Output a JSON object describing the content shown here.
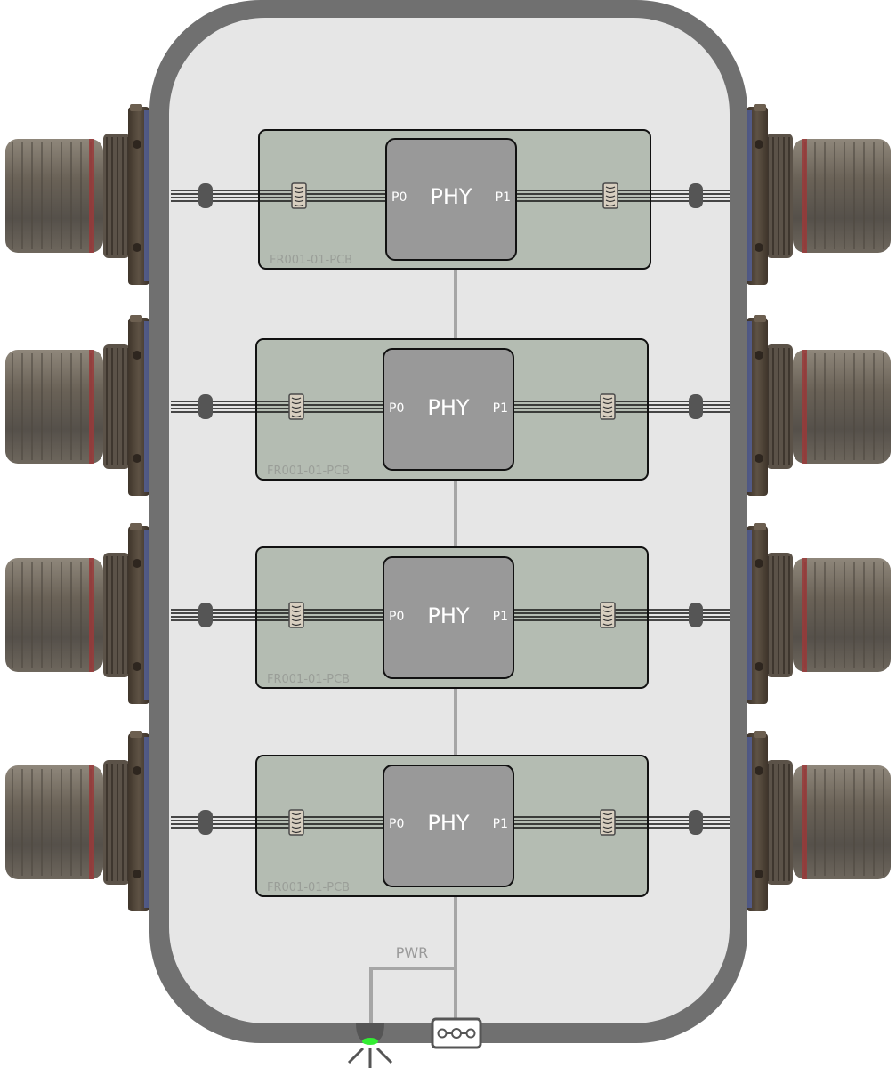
{
  "diagram": {
    "boards": [
      {
        "chip": "PHY",
        "port_left": "P0",
        "port_right": "P1",
        "pcb": "FR001-01-PCB"
      },
      {
        "chip": "PHY",
        "port_left": "P0",
        "port_right": "P1",
        "pcb": "FR001-01-PCB"
      },
      {
        "chip": "PHY",
        "port_left": "P0",
        "port_right": "P1",
        "pcb": "FR001-01-PCB"
      },
      {
        "chip": "PHY",
        "port_left": "P0",
        "port_right": "P1",
        "pcb": "FR001-01-PCB"
      }
    ],
    "power_label": "PWR",
    "colors": {
      "enclosure_frame": "#707070",
      "enclosure_fill": "#e6e6e6",
      "pcb_fill": "#b4bcb2",
      "chip_fill": "#999999",
      "bus_line": "#a6a6a6",
      "connector_body": "#6e665c",
      "connector_flange": "#4a3f33",
      "connector_stripe": "#9a3a3a",
      "led_green": "#33ee33"
    },
    "icons": [
      "circular-connector-icon",
      "transformer-icon",
      "ferrite-bead-icon",
      "power-led-icon",
      "power-switch-icon"
    ]
  }
}
